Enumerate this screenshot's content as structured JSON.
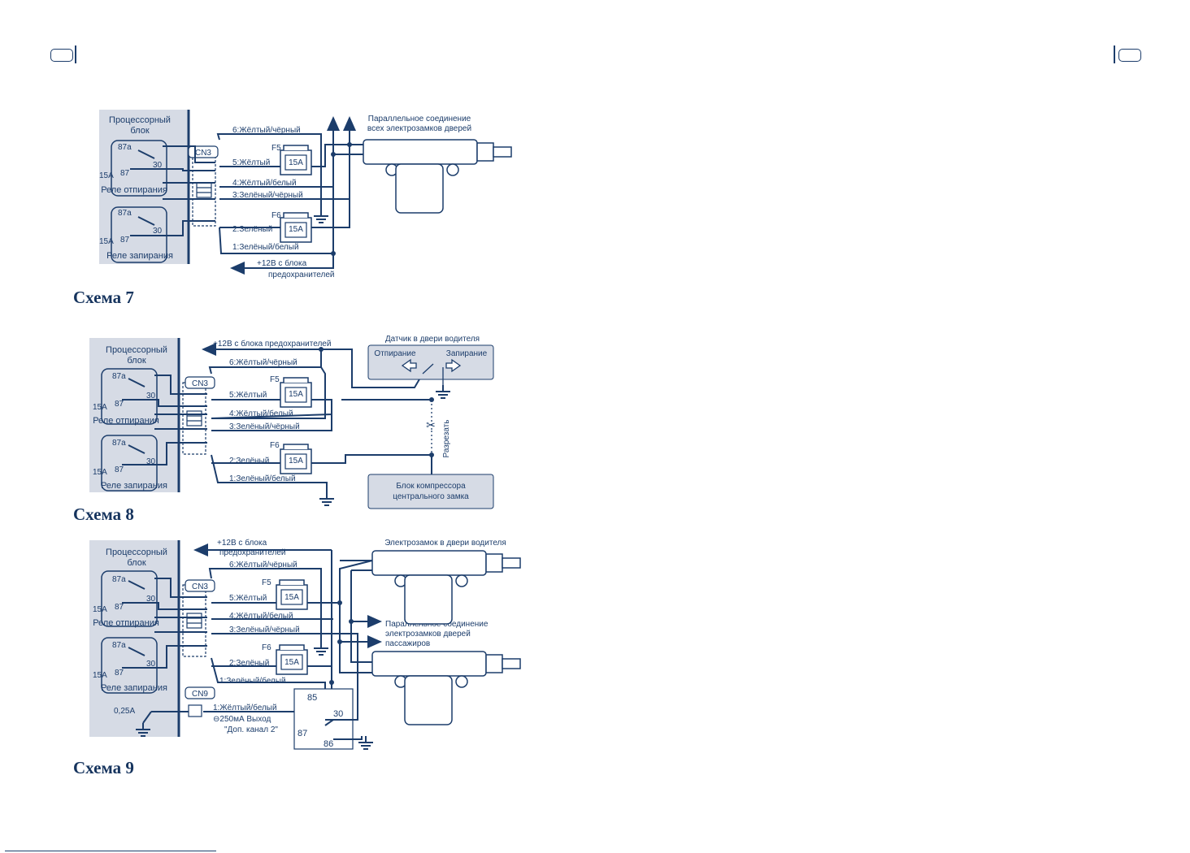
{
  "captions": [
    "Схема 7",
    "Схема 8",
    "Схема 9"
  ],
  "common": {
    "processor": [
      "Процессорный",
      "блок"
    ],
    "relay_unlock": "Реле отпирания",
    "relay_lock": "Реле запирания",
    "pin_87a": "87a",
    "pin_87": "87",
    "pin_30": "30",
    "amp_15": "15A",
    "cn3": "CN3",
    "f5": "F5",
    "f6": "F6",
    "wire6": "6:Жёлтый/чёрный",
    "wire5": "5:Жёлтый",
    "wire4": "4:Жёлтый/белый",
    "wire3": "3:Зелёный/чёрный",
    "wire2": "2:Зелёный",
    "wire1": "1:Зелёный/белый"
  },
  "d7": {
    "parallel": [
      "Параллельное соединение",
      "всех электрозамков дверей"
    ],
    "plus12": [
      "+12В с блока",
      "предохранителей"
    ]
  },
  "d8": {
    "plus12": "+12В с блока предохранителей",
    "sensor": "Датчик в двери водителя",
    "unlock": "Отпирание",
    "lock": "Запирание",
    "cut": "Разрезать",
    "compressor": [
      "Блок компрессора",
      "центрального замка"
    ]
  },
  "d9": {
    "plus12": [
      "+12В с блока",
      "предохранителей"
    ],
    "driver_lock": "Электрозамок в двери водителя",
    "parallel": [
      "Параллельное соединение",
      "электрозамков дверей",
      "пассажиров"
    ],
    "cn9": "CN9",
    "amp_025": "0,25A",
    "wire_cn9": "1:Жёлтый/белый",
    "out": [
      "⊖250мА Выход",
      "\"Доп. канал 2\""
    ],
    "pin_85": "85",
    "pin_86": "86"
  }
}
